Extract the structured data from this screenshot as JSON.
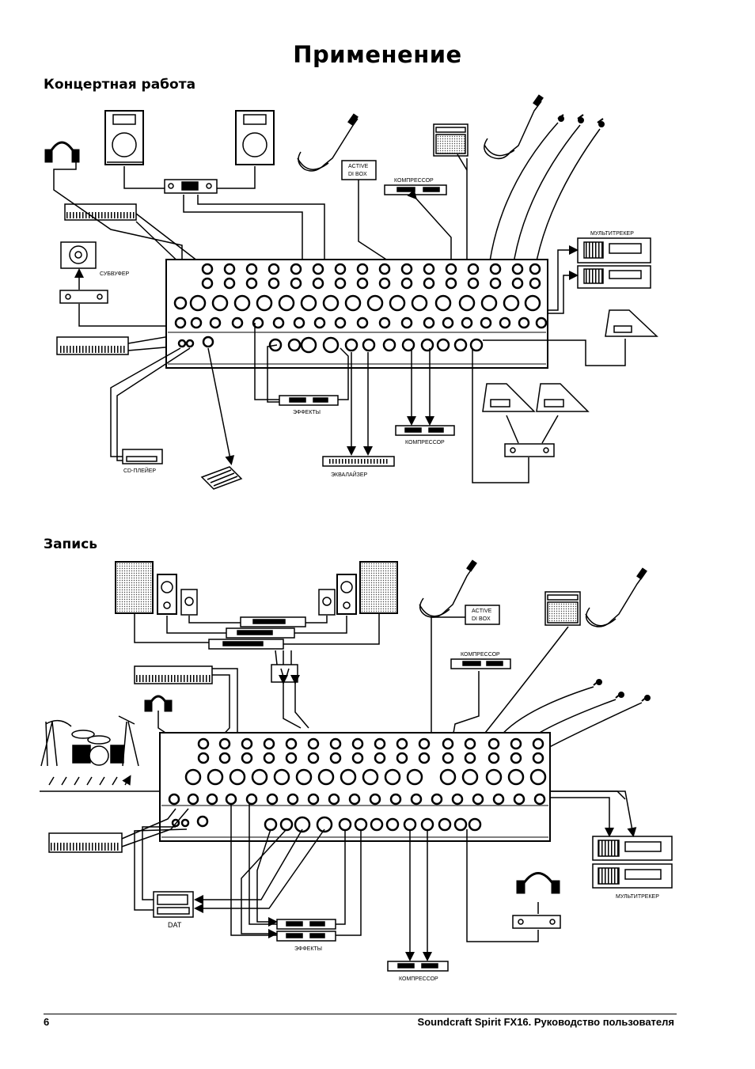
{
  "page": {
    "title": "Применение",
    "sections": {
      "live": "Концертная работа",
      "recording": "Запись"
    }
  },
  "live_labels": {
    "active_di_box_1": "ACTIVE",
    "active_di_box_2": "DI BOX",
    "compressor_top": "КОМПРЕССОР",
    "multitrack": "МУЛЬТИТРЕКЕР",
    "subwoofer": "СУБВУФЕР",
    "effects": "ЭФФЕКТЫ",
    "compressor_bottom": "КОМПРЕССОР",
    "cd_player": "CD-ПЛЕЙЕР",
    "equalizer": "ЭКВАЛАЙЗЕР"
  },
  "rec_labels": {
    "active_di_box_1": "ACTIVE",
    "active_di_box_2": "DI BOX",
    "compressor_top": "КОМПРЕССОР",
    "multitrack": "МУЛЬТИТРЕКЕР",
    "dat": "DAT",
    "effects": "ЭФФЕКТЫ",
    "compressor_bottom": "КОМПРЕССОР"
  },
  "footer": {
    "page_number": "6",
    "manual_title": "Soundcraft Spirit FX16. Руководство пользователя"
  }
}
